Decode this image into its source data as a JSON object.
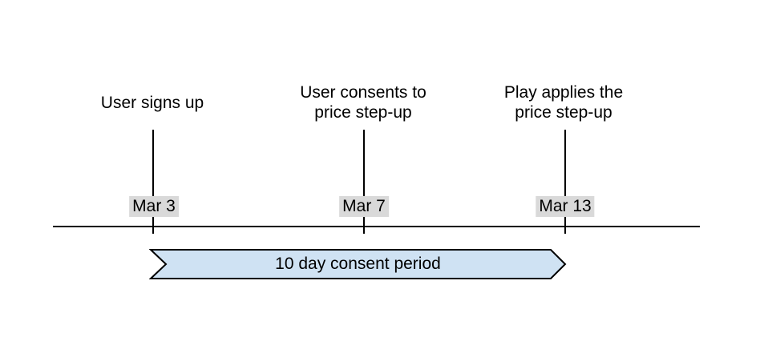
{
  "diagram": {
    "type": "timeline",
    "events": [
      {
        "label": "User signs up",
        "date": "Mar 3"
      },
      {
        "label": "User consents to\nprice step-up",
        "date": "Mar 7"
      },
      {
        "label": "Play applies the\nprice step-up",
        "date": "Mar 13"
      }
    ],
    "banner": {
      "label": "10 day consent period",
      "spans_from_date": "Mar 3",
      "spans_to_date": "Mar 13"
    },
    "colors": {
      "line": "#000000",
      "text": "#000000",
      "date_bg": "#d9d9d9",
      "banner_fill": "#cfe2f3",
      "banner_border": "#000000",
      "background": "#ffffff"
    }
  }
}
